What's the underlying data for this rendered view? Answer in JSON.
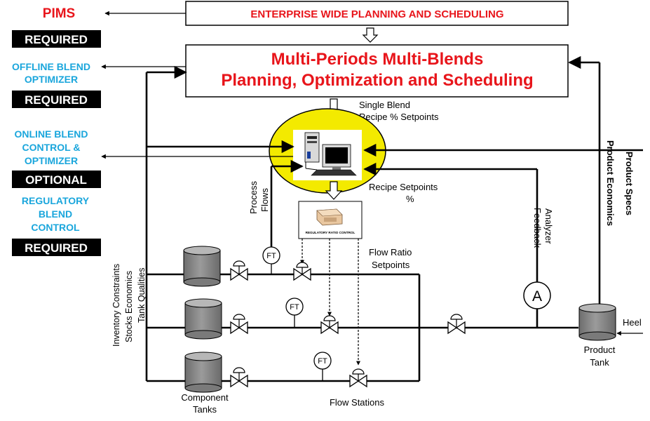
{
  "levels": {
    "pims": "PIMS",
    "required_1": "REQUIRED",
    "offline_line1": "OFFLINE BLEND",
    "offline_line2": "OPTIMIZER",
    "required_2": "REQUIRED",
    "online_line1": "ONLINE BLEND",
    "online_line2": "CONTROL &",
    "online_line3": "OPTIMIZER",
    "optional": "OPTIONAL",
    "regulatory_line1": "REGULATORY",
    "regulatory_line2": "BLEND",
    "regulatory_line3": "CONTROL",
    "required_3": "REQUIRED"
  },
  "boxes": {
    "enterprise": "ENTERPRISE WIDE PLANNING AND SCHEDULING",
    "multi_line1": "Multi-Periods Multi-Blends",
    "multi_line2": "Planning, Optimization and Scheduling",
    "regulatory_ratio_control": "REGULATORY RATIO CONTROL"
  },
  "labels": {
    "single_blend_line1": "Single Blend",
    "single_blend_line2": "Recipe %  Setpoints",
    "recipe_setpoints_line1": "Recipe Setpoints",
    "recipe_setpoints_line2": "%",
    "process": "Process",
    "flows": "Flows",
    "analyzer": "Analyzer",
    "feedback": "Feedback",
    "product_specs": "Product Specs",
    "product_economics": "Product Economics",
    "inventory_constraints": "Inventory Constraints",
    "stocks_economics": "Stocks Economics",
    "tank_qualities": "Tank Qualities",
    "flow_ratio_line1": "Flow Ratio",
    "flow_ratio_line2": "Setpoints",
    "component_line1": "Component",
    "component_line2": "Tanks",
    "flow_stations": "Flow Stations",
    "product_tank_line1": "Product",
    "product_tank_line2": "Tank",
    "heel": "Heel"
  },
  "instruments": {
    "ft": "FT",
    "analyzer": "A"
  },
  "colors": {
    "red": "#e8151b",
    "cyan": "#1aa6dc",
    "ellipse": "#f3ea00",
    "tank": "#8a8a8a"
  }
}
